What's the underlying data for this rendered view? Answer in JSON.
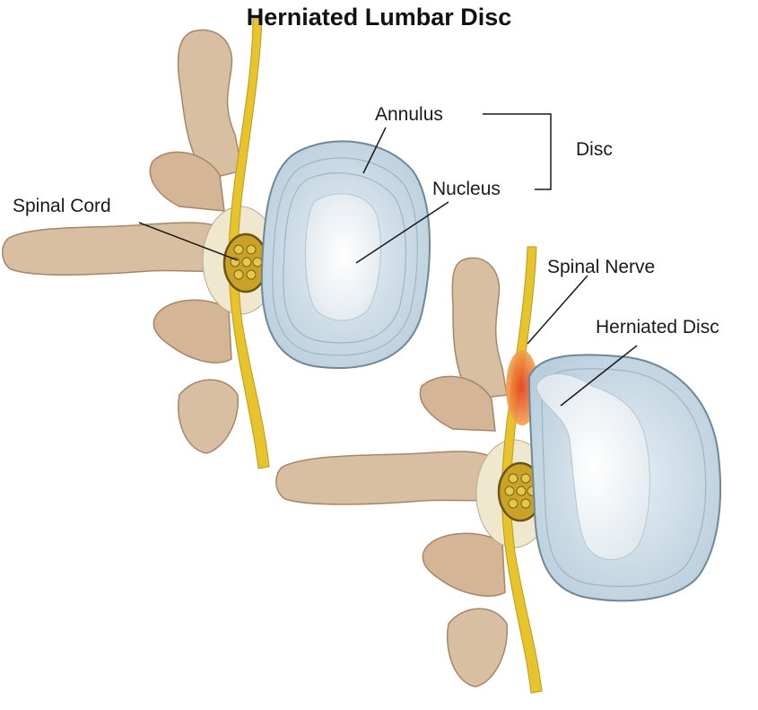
{
  "title": "Herniated Lumbar Disc",
  "labels": {
    "annulus": "Annulus",
    "nucleus": "Nucleus",
    "disc": "Disc",
    "spinal_cord": "Spinal Cord",
    "spinal_nerve": "Spinal Nerve",
    "herniated_disc": "Herniated Disc"
  },
  "colors": {
    "bone": "#d9bfa2",
    "bone_shadow": "#b08f72",
    "nerve": "#e8c42c",
    "disc": "#c9d9e4",
    "nucleus": "#eef3f6",
    "inflamed": "#e0522a",
    "cord": "#c9a227"
  }
}
